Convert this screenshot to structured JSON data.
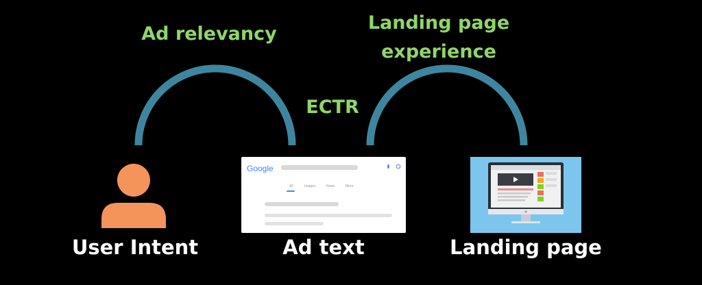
{
  "labels": {
    "ad_relevancy": "Ad relevancy",
    "landing_line1": "Landing page",
    "landing_line2": "experience",
    "ectr": "ECTR",
    "user_intent": "User Intent",
    "ad_text": "Ad text",
    "landing_page": "Landing page"
  },
  "google_search": {
    "logo": "Google",
    "tabs": [
      "All",
      "Images",
      "News",
      "More"
    ]
  },
  "colors": {
    "background": "#000000",
    "label_green": "#8fd66a",
    "arc_teal": "#3e86a0",
    "person_orange": "#f4935a",
    "landing_bg": "#7cc6ee"
  },
  "icons": [
    "user-icon",
    "google-search-results",
    "monitor-icon",
    "microphone-icon",
    "search-icon",
    "play-icon"
  ]
}
